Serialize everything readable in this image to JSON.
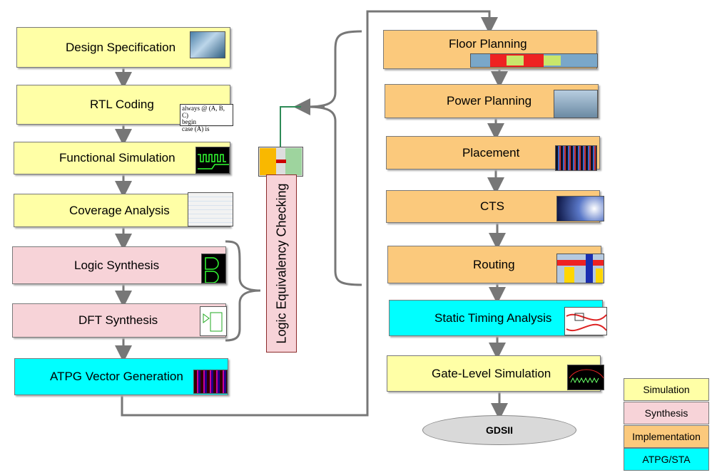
{
  "left_column": [
    {
      "id": "design-spec",
      "label": "Design Specification",
      "category": "Simulation"
    },
    {
      "id": "rtl",
      "label": "RTL Coding",
      "category": "Simulation"
    },
    {
      "id": "func-sim",
      "label": "Functional Simulation",
      "category": "Simulation"
    },
    {
      "id": "coverage",
      "label": "Coverage Analysis",
      "category": "Simulation"
    },
    {
      "id": "logic-syn",
      "label": "Logic Synthesis",
      "category": "Synthesis"
    },
    {
      "id": "dft-syn",
      "label": "DFT Synthesis",
      "category": "Synthesis"
    },
    {
      "id": "atpg",
      "label": "ATPG Vector Generation",
      "category": "ATPG/STA"
    }
  ],
  "right_column": [
    {
      "id": "floor",
      "label": "Floor Planning",
      "category": "Implementation"
    },
    {
      "id": "power",
      "label": "Power Planning",
      "category": "Implementation"
    },
    {
      "id": "placement",
      "label": "Placement",
      "category": "Implementation"
    },
    {
      "id": "cts",
      "label": "CTS",
      "category": "Implementation"
    },
    {
      "id": "routing",
      "label": "Routing",
      "category": "Implementation"
    },
    {
      "id": "sta",
      "label": "Static Timing Analysis",
      "category": "ATPG/STA"
    },
    {
      "id": "gls",
      "label": "Gate-Level Simulation",
      "category": "Simulation"
    }
  ],
  "lec": {
    "label": "Logic Equivalency Checking"
  },
  "rtl_code": [
    "always @ (A, B, C)",
    "begin",
    "case (A) is"
  ],
  "end_node": {
    "label": "GDSII"
  },
  "legend": [
    {
      "label": "Simulation",
      "color": "#ffffa6"
    },
    {
      "label": "Synthesis",
      "color": "#f7d3d8"
    },
    {
      "label": "Implementation",
      "color": "#fbc97c"
    },
    {
      "label": "ATPG/STA",
      "color": "#00ffff"
    }
  ],
  "colors": {
    "arrow": "#777777",
    "lec_link": "#2e8b57",
    "lec_border": "#8b2a2a"
  }
}
